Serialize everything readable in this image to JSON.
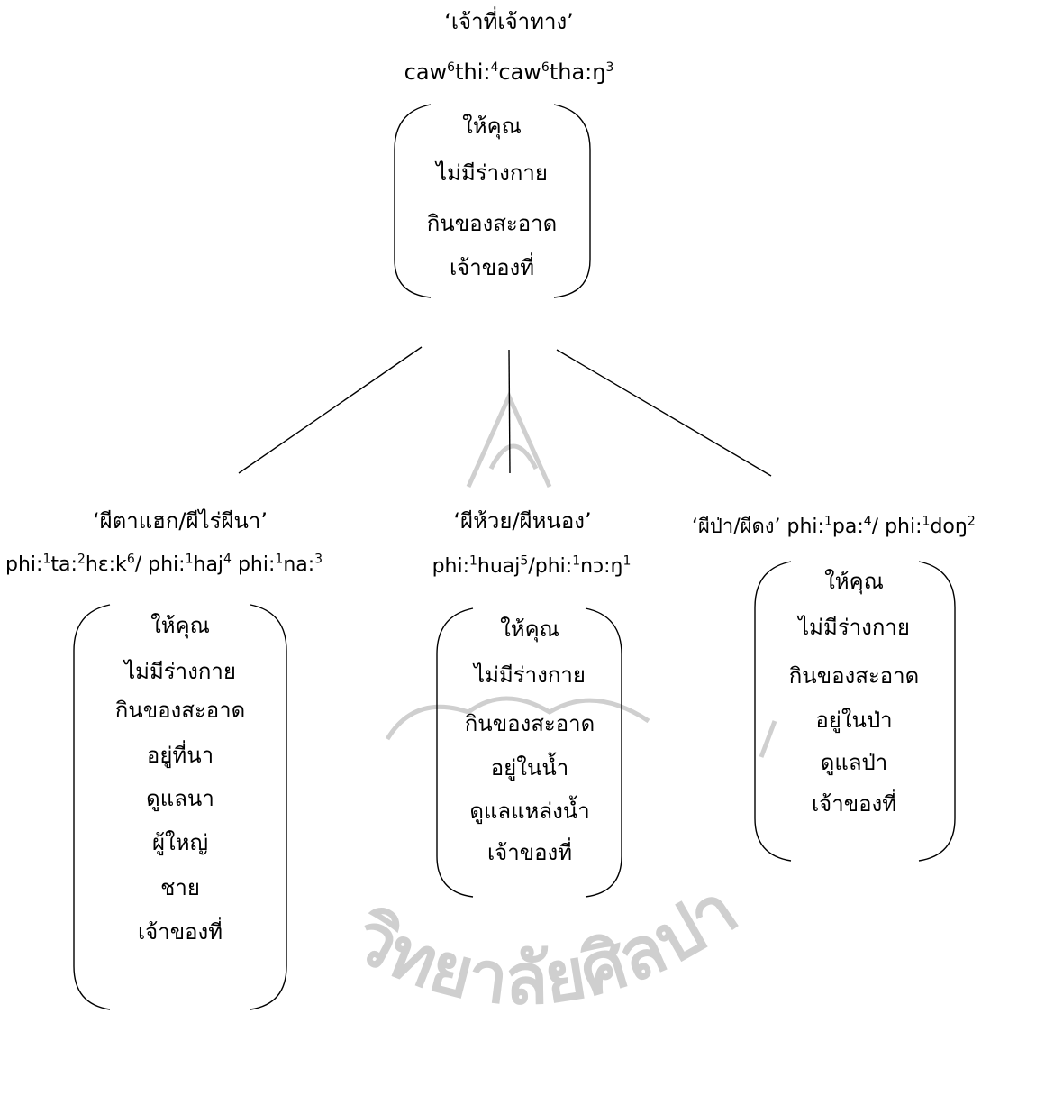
{
  "root": {
    "thai": "‘เจ้าที่เจ้าทาง’",
    "roman": [
      "caw",
      "6",
      "thi:",
      "4",
      "caw",
      "6",
      "tha:ŋ",
      "3"
    ],
    "features": [
      "ให้คุณ",
      "ไม่มีร่างกาย",
      "กินของสะอาด",
      "เจ้าของที่"
    ]
  },
  "children": [
    {
      "thai": "‘ผีตาแฮก/ผีไร่ผีนา’",
      "roman": [
        "phi:",
        "1",
        "ta:",
        "2",
        "hɛ:k",
        "6",
        "/ phi:",
        "1",
        "haj",
        "4",
        " phi:",
        "1",
        "na:",
        "3"
      ],
      "features": [
        "ให้คุณ",
        "ไม่มีร่างกาย",
        "กินของสะอาด",
        "อยู่ที่นา",
        "ดูแลนา",
        "ผู้ใหญ่",
        "ชาย",
        "เจ้าของที่"
      ]
    },
    {
      "thai": "‘ผีห้วย/ผีหนอง’",
      "roman": [
        "phi:",
        "1",
        "huaj",
        "5",
        "/phi:",
        "1",
        "nɔ:ŋ",
        "1"
      ],
      "features": [
        "ให้คุณ",
        "ไม่มีร่างกาย",
        "กินของสะอาด",
        "อยู่ในน้ำ",
        "ดูแลแหล่งน้ำ",
        "เจ้าของที่"
      ]
    },
    {
      "thai": "‘ผีป่า/ผีดง’",
      "roman": [
        " phi:",
        "1",
        "pa:",
        "4",
        "/ phi:",
        "1",
        "doŋ",
        "2"
      ],
      "features": [
        "ให้คุณ",
        "ไม่มีร่างกาย",
        "กินของสะอาด",
        "อยู่ในป่า",
        "ดูแลป่า",
        "เจ้าของที่"
      ]
    }
  ],
  "watermark": {
    "text": "วิทยาลัยศิลปากร",
    "color": "#c8c8c8"
  }
}
